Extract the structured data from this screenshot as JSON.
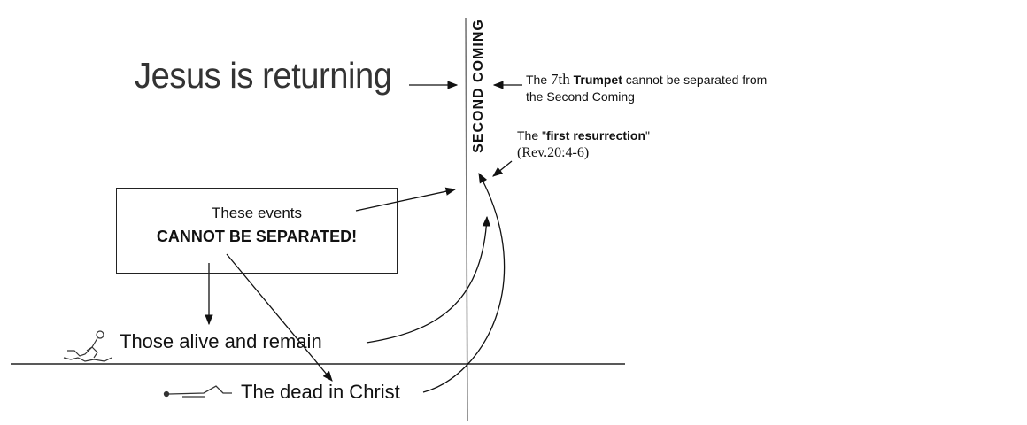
{
  "title": "Jesus is returning",
  "vertical_label": "SECOND COMING",
  "note_trumpet": {
    "pre": "The ",
    "number": "7th",
    "bold": "Trumpet",
    "post": " cannot be separated from",
    "line2": "the Second Coming"
  },
  "note_resurrection": {
    "pre": "The \"",
    "bold": "first resurrection",
    "post": "\"",
    "reference": "(Rev.20:4-6)"
  },
  "box": {
    "line1": "These events",
    "line2": "CANNOT BE SEPARATED!"
  },
  "alive_label": "Those alive and remain",
  "dead_label": "The dead in Christ",
  "icons": [
    "standing-figure-icon",
    "lying-figure-icon"
  ]
}
